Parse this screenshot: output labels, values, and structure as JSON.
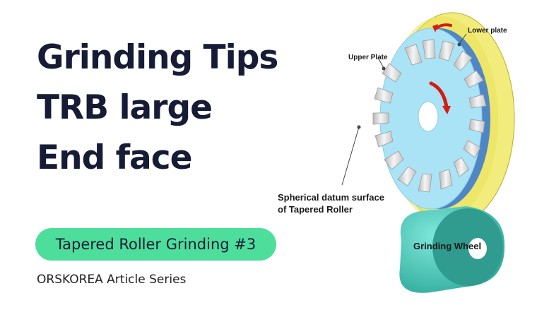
{
  "title": {
    "line1": "Grinding Tips",
    "line2": "TRB large",
    "line3": "End face"
  },
  "badge": {
    "label": "Tapered Roller Grinding #3",
    "color": "#4dde9c"
  },
  "series_label": "ORSKOREA Article Series",
  "diagram": {
    "labels": {
      "upper_plate": "Upper Plate",
      "lower_plate": "Lower plate",
      "datum_line1": "Spherical datum surface",
      "datum_line2": "of Tapered Roller",
      "grinding_wheel": "Grinding  Wheel"
    },
    "colors": {
      "upper_plate": "#a9e3f5",
      "lower_plate": "#f2ec7c",
      "grinding_wheel": "#3fbfae",
      "arrow": "#d41d12"
    }
  }
}
